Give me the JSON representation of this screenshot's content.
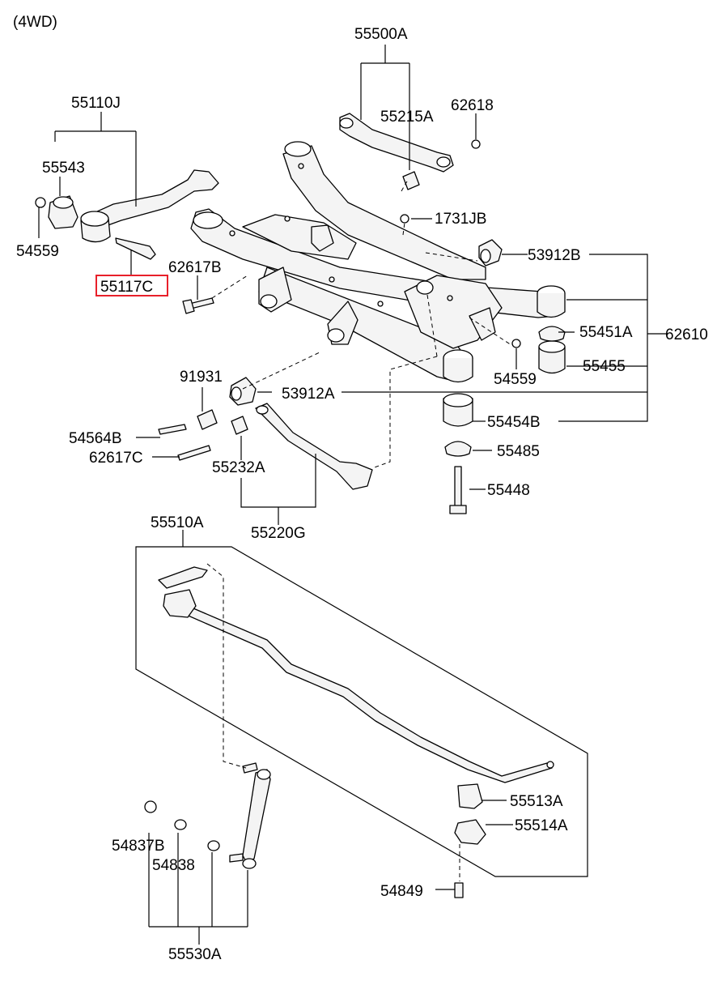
{
  "header": {
    "variant": "(4WD)"
  },
  "callouts": {
    "p55500A": "55500A",
    "p55215A": "55215A",
    "p62618": "62618",
    "p55110J": "55110J",
    "p55543": "55543",
    "p54559_left": "54559",
    "p55117C": "55117C",
    "p62617B": "62617B",
    "p1731JB": "1731JB",
    "p53912B": "53912B",
    "p55451A": "55451A",
    "p62610": "62610",
    "p55455": "55455",
    "p54559_right": "54559",
    "p91931": "91931",
    "p53912A": "53912A",
    "p54564B": "54564B",
    "p62617C": "62617C",
    "p55454B": "55454B",
    "p55485": "55485",
    "p55232A": "55232A",
    "p55448": "55448",
    "p55220G": "55220G",
    "p55510A": "55510A",
    "p55513A": "55513A",
    "p54837B": "54837B",
    "p55514A": "55514A",
    "p54838": "54838",
    "p54849": "54849",
    "p55530A": "55530A"
  },
  "highlight": {
    "color": "#e8202a",
    "part": "55117C"
  }
}
